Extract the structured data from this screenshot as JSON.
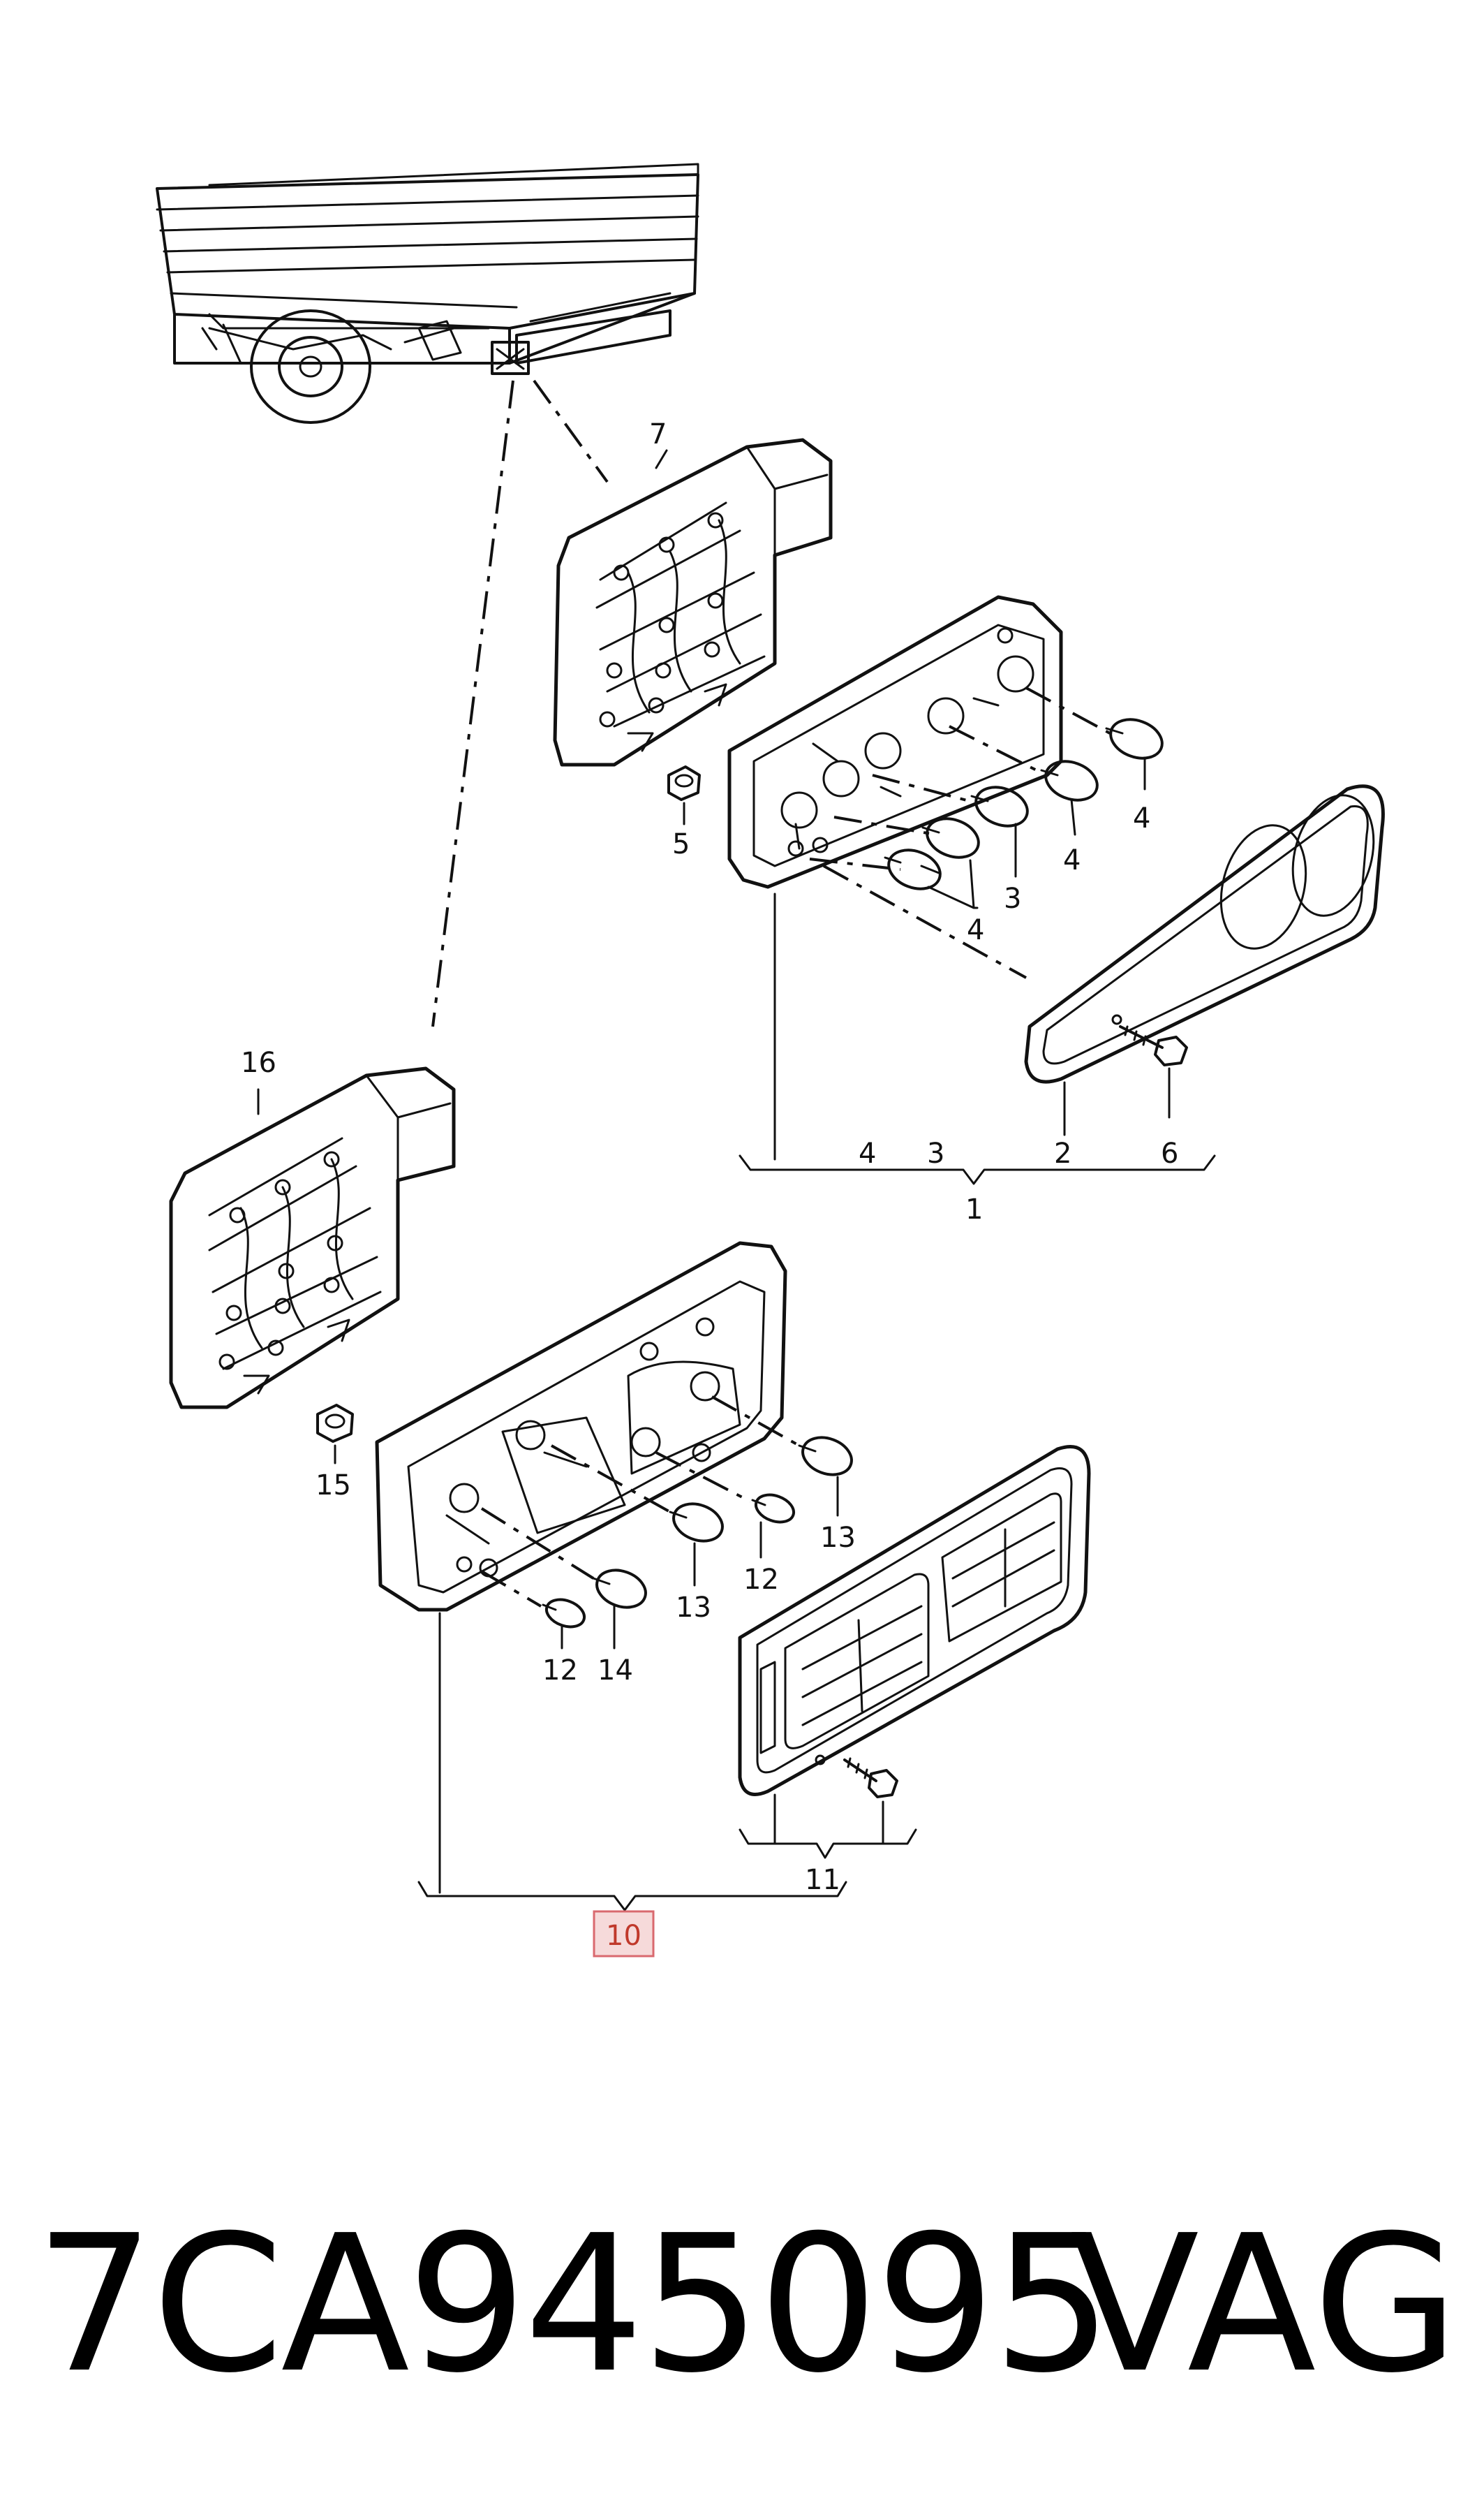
{
  "callouts": {
    "c1": "1",
    "c2": "2",
    "c3a": "3",
    "c3b": "3",
    "c4a": "4",
    "c4b": "4",
    "c4c": "4",
    "c4d": "4",
    "c5": "5",
    "c6": "6",
    "c7": "7",
    "c10": "10",
    "c11": "11",
    "c12a": "12",
    "c12b": "12",
    "c13a": "13",
    "c13b": "13",
    "c14": "14",
    "c15": "15",
    "c16": "16"
  },
  "highlight": {
    "color": "#d9696f",
    "fill": "#f6dada"
  },
  "footer": {
    "part_number": "7CA945095",
    "brand": "VAG"
  }
}
